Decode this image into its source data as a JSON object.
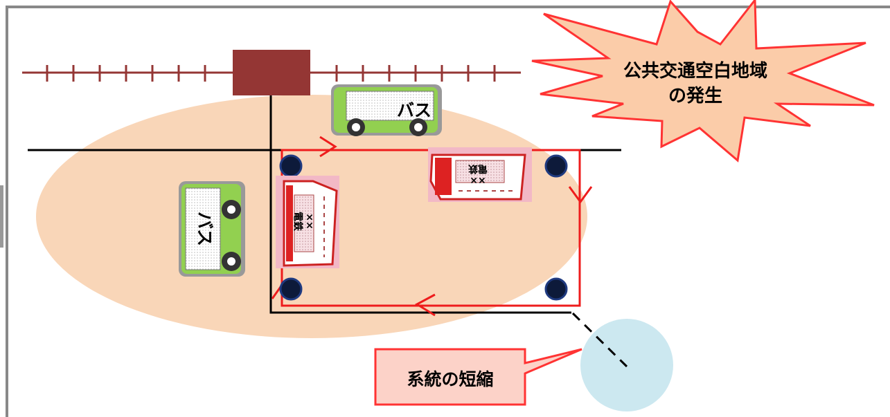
{
  "burst": {
    "line1": "公共交通空白地域",
    "line2": "の発生"
  },
  "callout": {
    "text": "系統の短縮"
  },
  "vehicles": {
    "bus_label": "バス",
    "company_bus_label": "××\n電鉄"
  },
  "colors": {
    "service_area": "#f9d6b8",
    "route": "#ee1c1c",
    "burst_fill": "#fbcca9",
    "burst_stroke": "#ff3333",
    "callout_fill": "#fcd2c8",
    "station": "#943634",
    "cut_area": "#cce8f0",
    "stop": "#0d1a3a",
    "bus_green": "#92d050"
  },
  "icons": [
    "railway-track",
    "station-building",
    "bus-stop-marker",
    "route-arrow",
    "explosion-burst"
  ]
}
